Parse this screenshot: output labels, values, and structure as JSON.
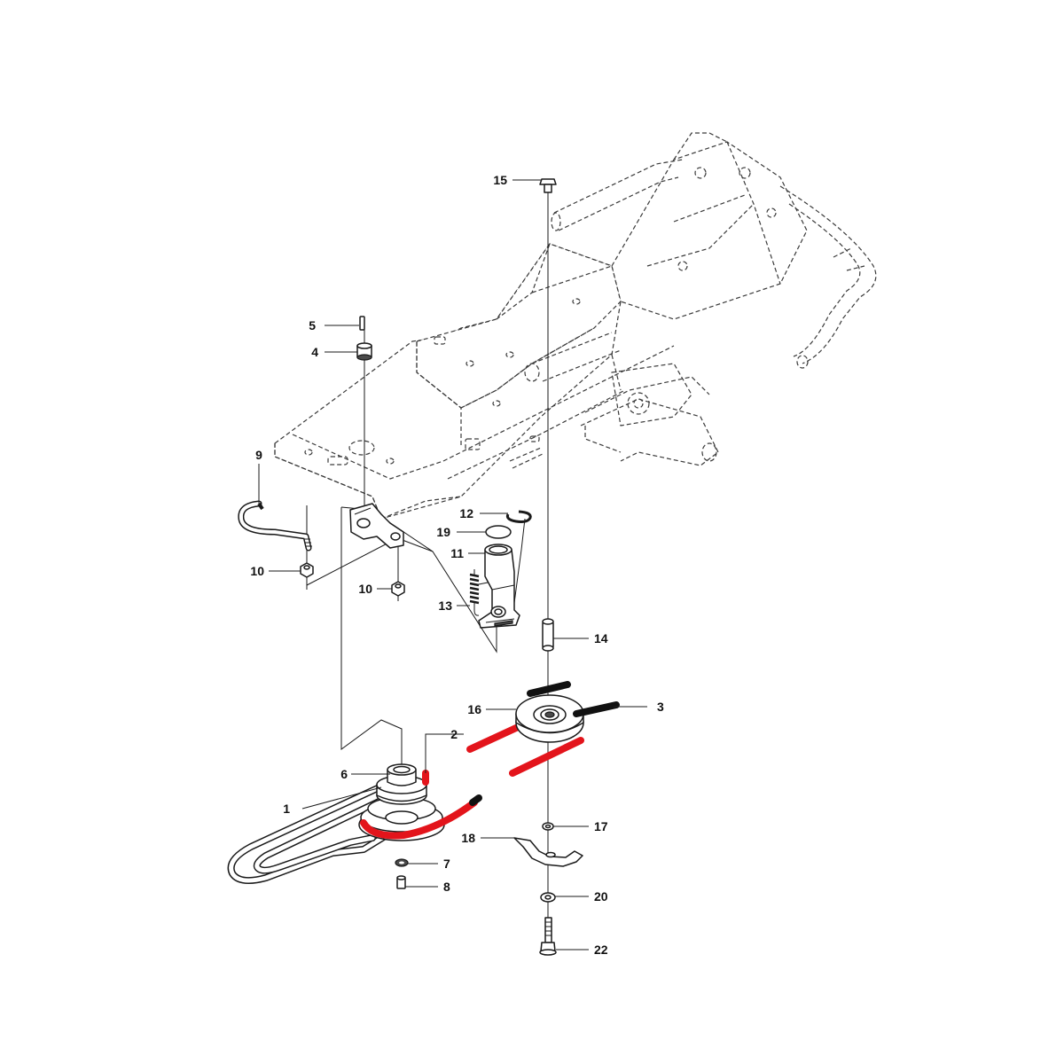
{
  "diagram": {
    "callouts": {
      "c1": "1",
      "c2": "2",
      "c3": "3",
      "c4": "4",
      "c5": "5",
      "c6": "6",
      "c7": "7",
      "c8": "8",
      "c9": "9",
      "c10a": "10",
      "c10b": "10",
      "c11": "11",
      "c12": "12",
      "c13": "13",
      "c14": "14",
      "c15": "15",
      "c16": "16",
      "c17": "17",
      "c18": "18",
      "c19": "19",
      "c20": "20",
      "c22": "22"
    },
    "colors": {
      "highlight_belt": "#e3141b",
      "belt_end": "#111111",
      "line": "#1a1a1a",
      "background": "#ffffff"
    }
  }
}
